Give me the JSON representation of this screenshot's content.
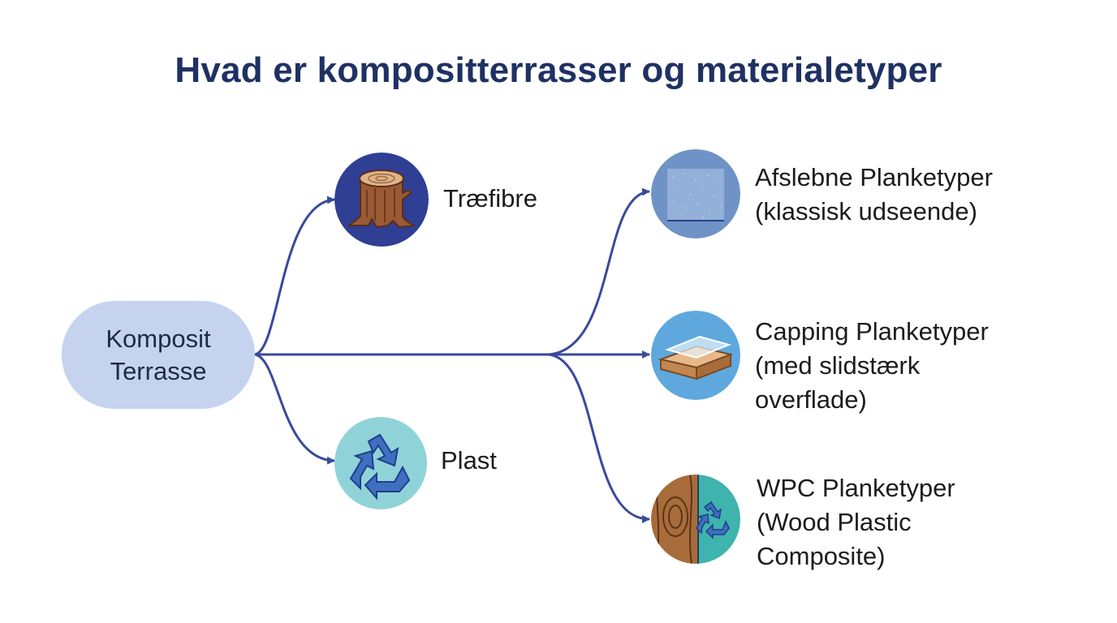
{
  "title": "Hvad er kompositterrasser og materialetyper",
  "root": {
    "line1": "Komposit",
    "line2": "Terrasse"
  },
  "components": [
    {
      "label": "Træfibre",
      "icon": "tree-stump-icon"
    },
    {
      "label": "Plast",
      "icon": "recycle-icon"
    }
  ],
  "plank_types": [
    {
      "line1": "Afslebne Planketyper",
      "line2": "(klassisk udseende)",
      "icon": "sanded-surface-icon"
    },
    {
      "line1": "Capping Planketyper",
      "line2": "(med slidstærk",
      "line3": "overflade)",
      "icon": "capped-board-icon"
    },
    {
      "line1": "WPC Planketyper",
      "line2": "(Wood Plastic",
      "line3": "Composite)",
      "icon": "wood-plastic-icon"
    }
  ],
  "colors": {
    "title": "#1f3163",
    "connector": "#3a4a9a",
    "root_fill": "#c5d3ef",
    "wood_circle": "#2f3f94",
    "plastic_circle": "#8fd3d8",
    "sanded_circle": "#6f93c6",
    "capping_circle": "#5ea8de",
    "wpc_teal": "#3fb3ad"
  }
}
